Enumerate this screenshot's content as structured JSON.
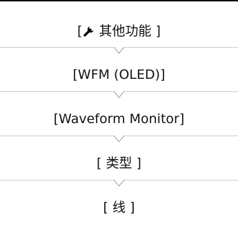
{
  "steps": [
    {
      "open": "[",
      "icon": "wrench-icon",
      "label": "其他功能",
      "close": "]"
    },
    {
      "label": "[WFM (OLED)]"
    },
    {
      "label": "[Waveform Monitor]"
    },
    {
      "label": "[ 类型 ]"
    },
    {
      "label": "[ 线 ]"
    }
  ]
}
